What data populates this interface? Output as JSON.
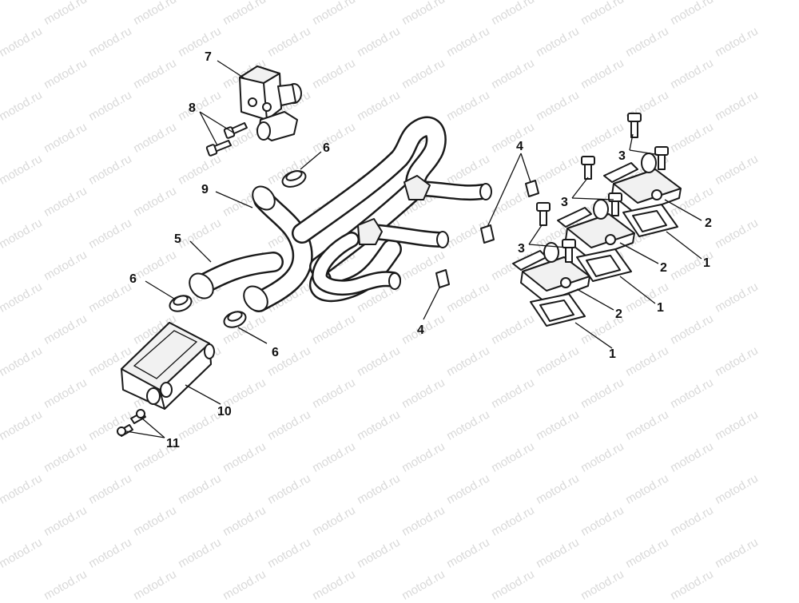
{
  "watermark": {
    "text": "motod.ru"
  },
  "callouts": {
    "c1a": "1",
    "c1b": "1",
    "c1c": "1",
    "c2a": "2",
    "c2b": "2",
    "c2c": "2",
    "c3a": "3",
    "c3b": "3",
    "c3c": "3",
    "c4a": "4",
    "c4b": "4",
    "c5": "5",
    "c6a": "6",
    "c6b": "6",
    "c6c": "6",
    "c7": "7",
    "c8": "8",
    "c9": "9",
    "c10": "10",
    "c11": "11"
  }
}
